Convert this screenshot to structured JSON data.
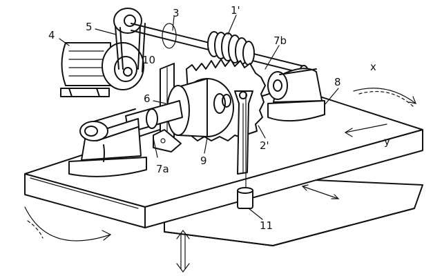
{
  "figure": {
    "labels": {
      "motor": "4",
      "belt": "5",
      "shaft": "3",
      "worm": "1'",
      "pulley": "10",
      "gear_tag": "7b",
      "tool_holder": "6",
      "base_right": "8",
      "axis_x": "x",
      "axis_y": "y",
      "workpiece": "9",
      "gear_rack": "2'",
      "pin": "7a",
      "weight": "11"
    }
  }
}
